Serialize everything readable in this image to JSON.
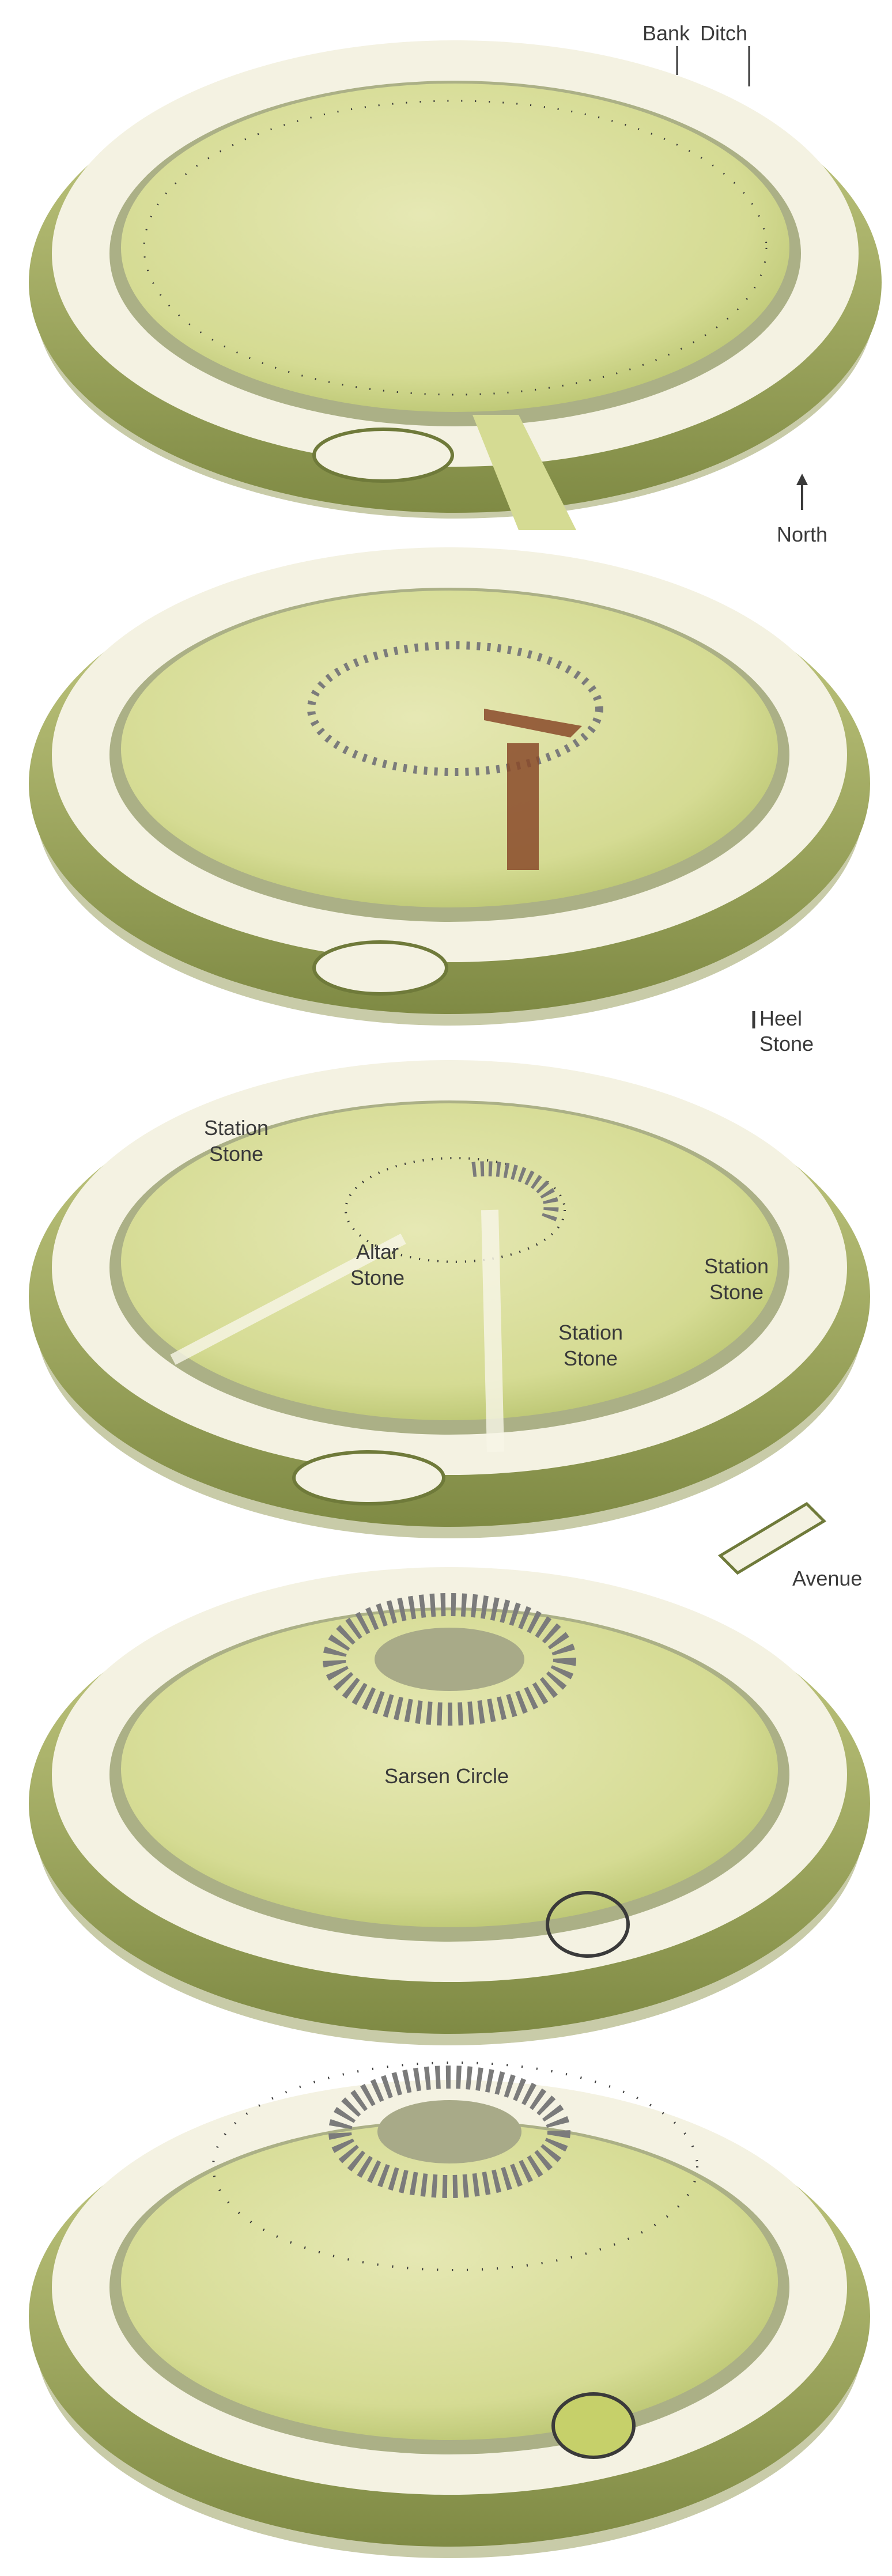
{
  "labels": {
    "bank": "Bank",
    "ditch": "Ditch",
    "north": "North",
    "heel_stone_1": "Heel",
    "heel_stone_2": "Stone",
    "station_stone_nw_1": "Station",
    "station_stone_nw_2": "Stone",
    "altar_stone_1": "Altar",
    "altar_stone_2": "Stone",
    "station_stone_e_1": "Station",
    "station_stone_e_2": "Stone",
    "station_stone_s_1": "Station",
    "station_stone_s_2": "Stone",
    "avenue": "Avenue",
    "sarsen_circle": "Sarsen Circle"
  },
  "colors": {
    "grass": "#d9dd9a",
    "grass_dark": "#b9c36a",
    "bank": "#f4f2e2",
    "ditch_shadow": "#6f7a3a",
    "stone_grey": "#7b7b7b",
    "stone_brown": "#8a4a2a",
    "ink": "#3a3a3a"
  },
  "icons": [
    "north-arrow-icon"
  ]
}
